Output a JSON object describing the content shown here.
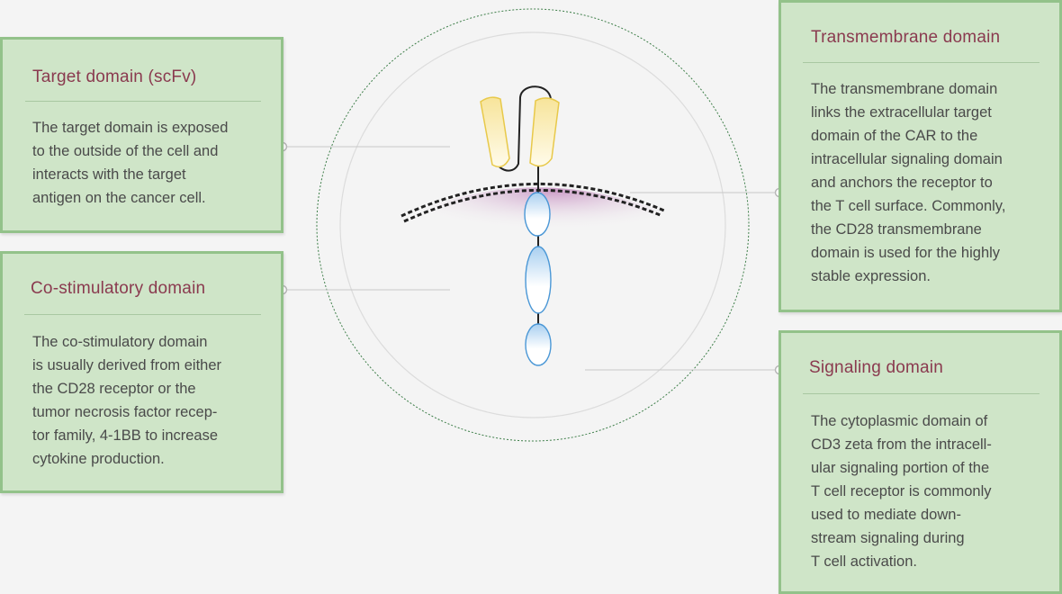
{
  "target": {
    "title": "Target domain (scFv)",
    "text": "The target domain is exposed\nto the outside of the cell and\ninteracts with the target\nantigen on the cancer cell."
  },
  "costim": {
    "title": "Co-stimulatory domain",
    "text": "The co-stimulatory domain\nis usually derived from either\nthe CD28 receptor or the\ntumor necrosis factor recep-\ntor family, 4-1BB to increase\ncytokine production."
  },
  "transmembrane": {
    "title": "Transmembrane domain",
    "text": "The transmembrane domain\nlinks the extracellular target\ndomain of the CAR to the\nintracellular signaling domain\nand anchors the receptor to\nthe T cell surface. Commonly,\nthe CD28 transmembrane\ndomain is used for the highly\nstable expression."
  },
  "signaling": {
    "title": "Signaling domain",
    "text": "The cytoplasmic domain of\nCD3 zeta from the intracell-\nular signaling portion of the\nT cell receptor is commonly\nused to mediate down-\nstream signaling during\nT cell activation."
  },
  "colors": {
    "box_fill": "#cfe5c8",
    "box_border": "#93c28a",
    "title": "#8a3a4f",
    "scfv_yellow": "#f7e9a4",
    "domain_blue": "#5aa3dc",
    "membrane_purple": "#b97fb4"
  }
}
